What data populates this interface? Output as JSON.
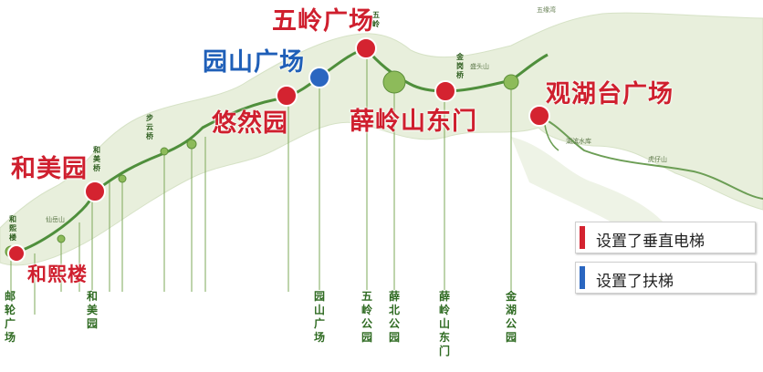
{
  "colors": {
    "route": "#4d8f3a",
    "terrain": "#e9f0df",
    "vertical_elevator": "#d42330",
    "escalator": "#2a66c0",
    "green_node": "#8dbb5a"
  },
  "major_stations": [
    {
      "name": "五岭广场",
      "type": "vertical_elevator"
    },
    {
      "name": "园山广场",
      "type": "escalator"
    },
    {
      "name": "悠然园",
      "type": "vertical_elevator"
    },
    {
      "name": "薛岭山东门",
      "type": "vertical_elevator"
    },
    {
      "name": "观湖台广场",
      "type": "vertical_elevator"
    },
    {
      "name": "和美园",
      "type": "vertical_elevator"
    },
    {
      "name": "和熙楼",
      "type": "vertical_elevator"
    }
  ],
  "bottom_labels": [
    {
      "name": "邮轮广场",
      "style": "major"
    },
    {
      "name": "和美园",
      "style": "major"
    },
    {
      "name": "园山广场",
      "style": "major"
    },
    {
      "name": "五岭公园",
      "style": "major"
    },
    {
      "name": "薛北公园",
      "style": "major"
    },
    {
      "name": "薛岭山东门",
      "style": "major"
    },
    {
      "name": "金湖公园",
      "style": "major"
    }
  ],
  "node_labels": [
    "五岭",
    "和熙楼",
    "和美桥",
    "步云桥",
    "金岗桥",
    "盛头山"
  ],
  "region_labels": [
    "五缘湾",
    "仙岳山",
    "虎仔山",
    "湖滨水库"
  ],
  "legend": [
    {
      "label": "设置了垂直电梯",
      "color": "#d42330"
    },
    {
      "label": "设置了扶梯",
      "color": "#2a66c0"
    }
  ]
}
